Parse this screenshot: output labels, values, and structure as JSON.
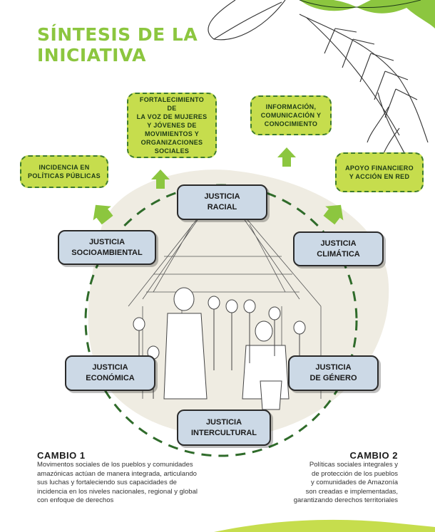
{
  "title": {
    "line1": "SÍNTESIS DE LA",
    "line2": "INICIATIVA"
  },
  "colors": {
    "accent_green": "#8cc63f",
    "box_green": "#c6dd4d",
    "box_blue": "#ccd9e6",
    "dashed_circle": "#2f6b2a"
  },
  "outcomes": [
    {
      "label": "INCIDENCIA EN\nPOLÍTICAS PÚBLICAS"
    },
    {
      "label": "FORTALECIMIENTO DE\nLA VOZ DE MUJERES\nY JÓVENES DE\nMOVIMIENTOS Y\nORGANIZACIONES\nSOCIALES"
    },
    {
      "label": "INFORMACIÓN,\nCOMUNICACIÓN Y\nCONOCIMIENTO"
    },
    {
      "label": "APOYO FINANCIERO\nY ACCIÓN EN RED"
    }
  ],
  "justicias": [
    {
      "label": "JUSTICIA\nRACIAL"
    },
    {
      "label": "JUSTICIA\nSOCIOAMBIENTAL"
    },
    {
      "label": "JUSTICIA\nCLIMÁTICA"
    },
    {
      "label": "JUSTICIA\nECONÓMICA"
    },
    {
      "label": "JUSTICIA\nDE GÉNERO"
    },
    {
      "label": "JUSTICIA\nINTERCULTURAL"
    }
  ],
  "cambio1": {
    "title": "CAMBIO 1",
    "text": "Movimentos sociales de los pueblos y comunidades\namazónicas actúan de manera integrada, articulando\nsus luchas y fortaleciendo sus capacidades de\nincidencia en los niveles nacionales, regional y global\ncon enfoque de derechos"
  },
  "cambio2": {
    "title": "CAMBIO 2",
    "text": "Políticas sociales integrales y\nde protección de los pueblos\ny comunidades de Amazonía\nson creadas e implementadas,\ngarantizando derechos territoriales"
  },
  "icons": [
    "leaf-icon",
    "arrow-up-icon",
    "people-illustration"
  ]
}
